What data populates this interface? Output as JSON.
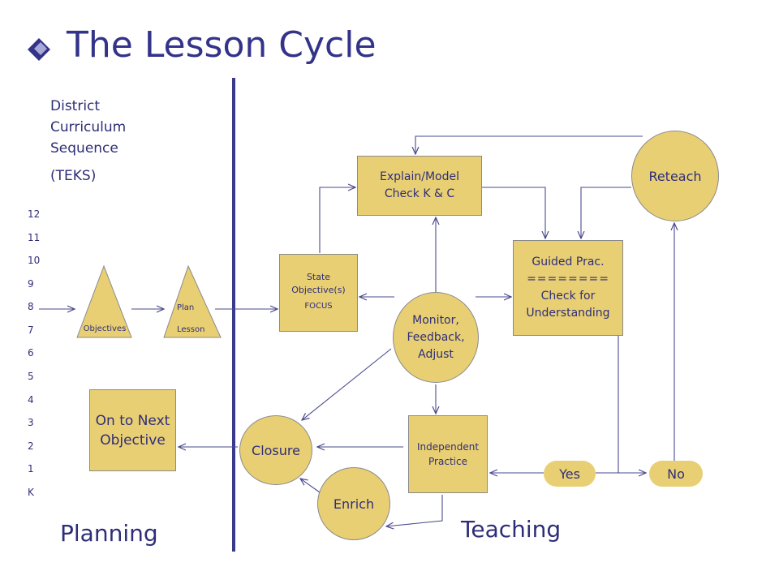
{
  "title": "The Lesson Cycle",
  "district": "District Curriculum Sequence",
  "teks": "(TEKS)",
  "grades": [
    "12",
    "11",
    "10",
    "9",
    "8",
    "7",
    "6",
    "5",
    "4",
    "3",
    "2",
    "1",
    "K"
  ],
  "planning_label": "Planning",
  "teaching_label": "Teaching",
  "nodes": {
    "objectives": "Objectives",
    "plan": "Plan",
    "lesson": "Lesson",
    "state_objective": "State Objective(s)",
    "focus": "FOCUS",
    "explain_model": "Explain/Model Check K & C",
    "reteach": "Reteach",
    "guided_line1": "Guided Prac.",
    "guided_line2": "========",
    "guided_line3": "Check for Understanding",
    "monitor": "Monitor, Feedback, Adjust",
    "independent": "Independent Practice",
    "closure": "Closure",
    "enrich": "Enrich",
    "next_objective": "On to Next Objective",
    "yes": "Yes",
    "no": "No"
  },
  "colors": {
    "node_fill": "#e9cf74",
    "node_border": "#8a8a8a",
    "text": "#2e2e78",
    "divider": "#3a3a8c"
  }
}
